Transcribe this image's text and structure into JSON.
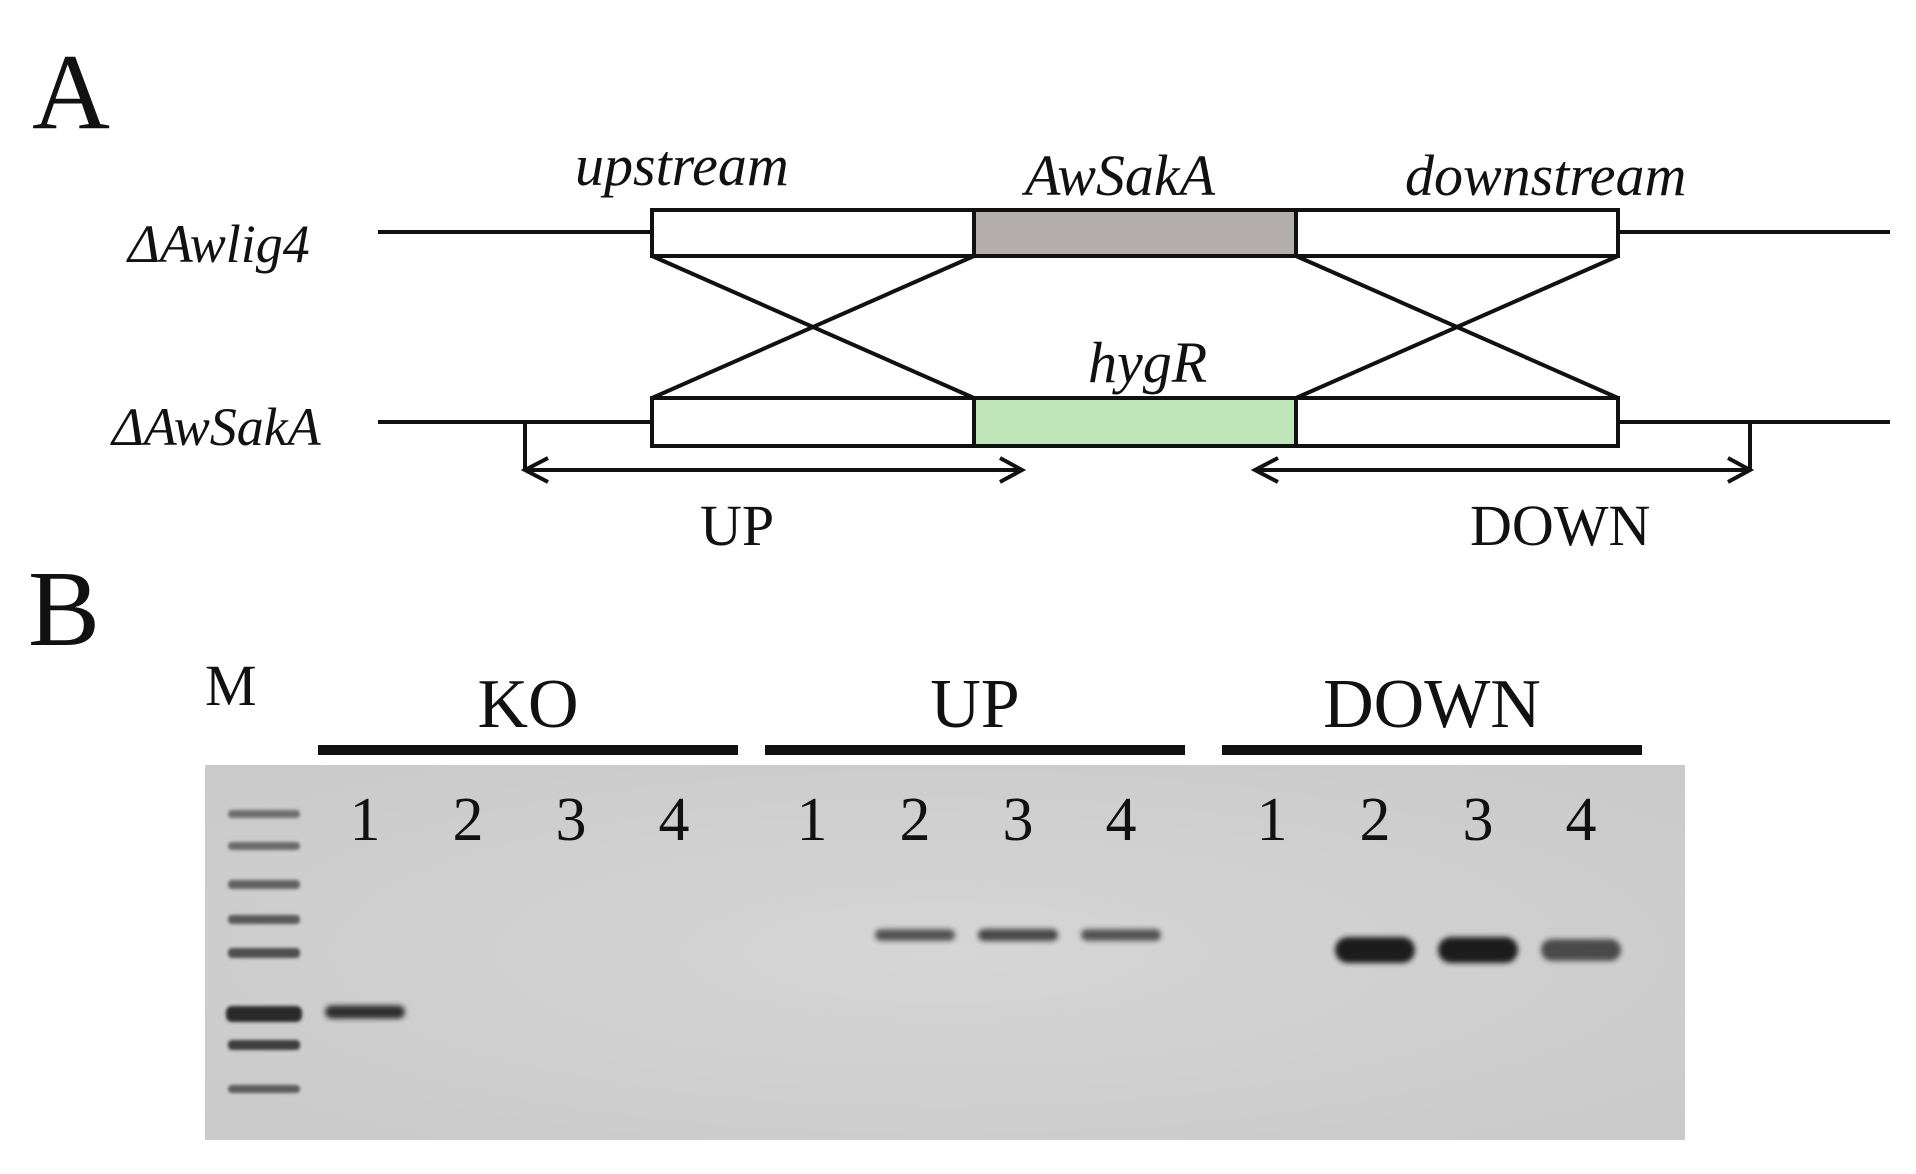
{
  "panel_a": {
    "letter": "A",
    "labels": {
      "upstream": "upstream",
      "target_gene": "AwSakA",
      "downstream": "downstream",
      "marker": "hygR",
      "up_span": "UP",
      "down_span": "DOWN"
    },
    "strains": {
      "parent": "ΔAwlig4",
      "mutant": "ΔAwSakA"
    },
    "colors": {
      "target_gene_fill": "#b3aeab",
      "marker_fill": "#bfe4b8",
      "flank_fill": "#ffffff"
    }
  },
  "panel_b": {
    "letter": "B",
    "marker_lane": "M",
    "groups": [
      {
        "label": "KO",
        "lanes": [
          "1",
          "2",
          "3",
          "4"
        ],
        "band_strength": [
          0.85,
          0,
          0,
          0
        ]
      },
      {
        "label": "UP",
        "lanes": [
          "1",
          "2",
          "3",
          "4"
        ],
        "band_strength": [
          0,
          0.55,
          0.65,
          0.55
        ]
      },
      {
        "label": "DOWN",
        "lanes": [
          "1",
          "2",
          "3",
          "4"
        ],
        "band_strength": [
          0,
          1.0,
          1.0,
          0.6
        ]
      }
    ],
    "colors": {
      "gel_background": "#d3d3d3",
      "band": "#1e1e1e"
    }
  }
}
